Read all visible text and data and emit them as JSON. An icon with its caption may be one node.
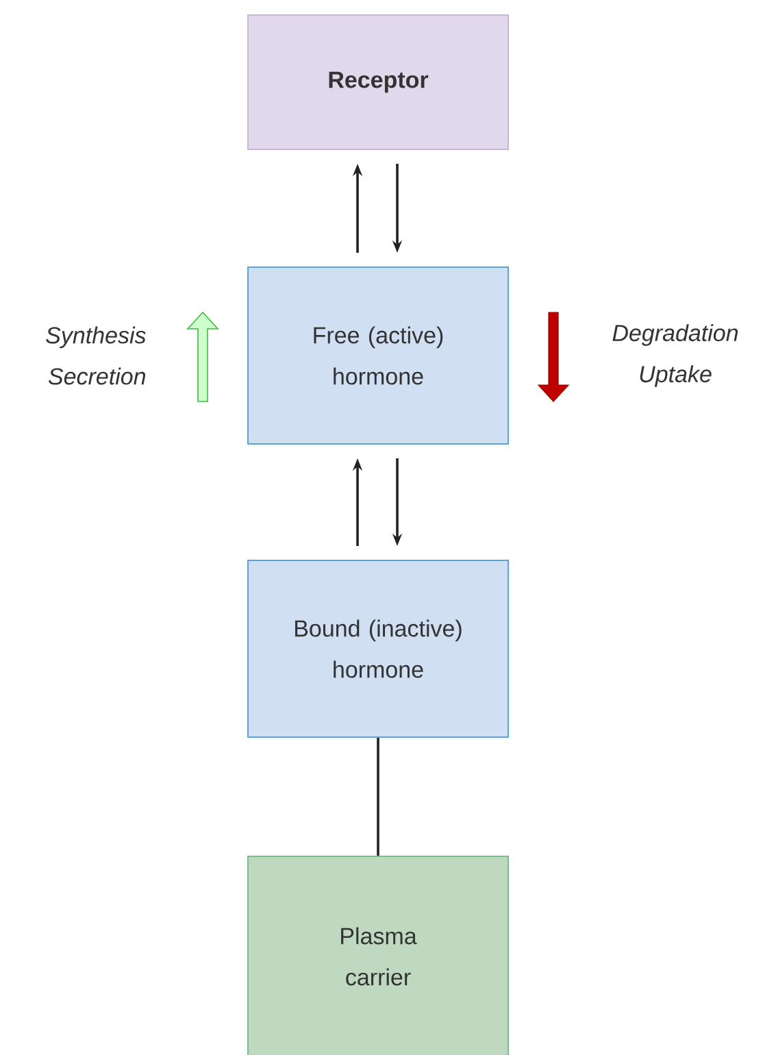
{
  "diagram": {
    "nodes": [
      {
        "text": [
          "Receptor"
        ]
      },
      {
        "text": [
          "Free (active) hormone"
        ]
      },
      {
        "text": [
          "Bound (inactive) hormone"
        ]
      },
      {
        "text": [
          "Plasma carrier"
        ]
      }
    ],
    "edges": [
      {
        "from": 1,
        "to": 0,
        "arrow": "to"
      },
      {
        "from": 0,
        "to": 1,
        "arrow": "to"
      },
      {
        "from": 2,
        "to": 1,
        "arrow": "to"
      },
      {
        "from": 1,
        "to": 2,
        "arrow": "to"
      },
      {
        "from": 2,
        "to": 3,
        "arrow": "none"
      }
    ],
    "labels": [
      "Synthesis Secretion",
      "Degradation Uptake"
    ]
  }
}
